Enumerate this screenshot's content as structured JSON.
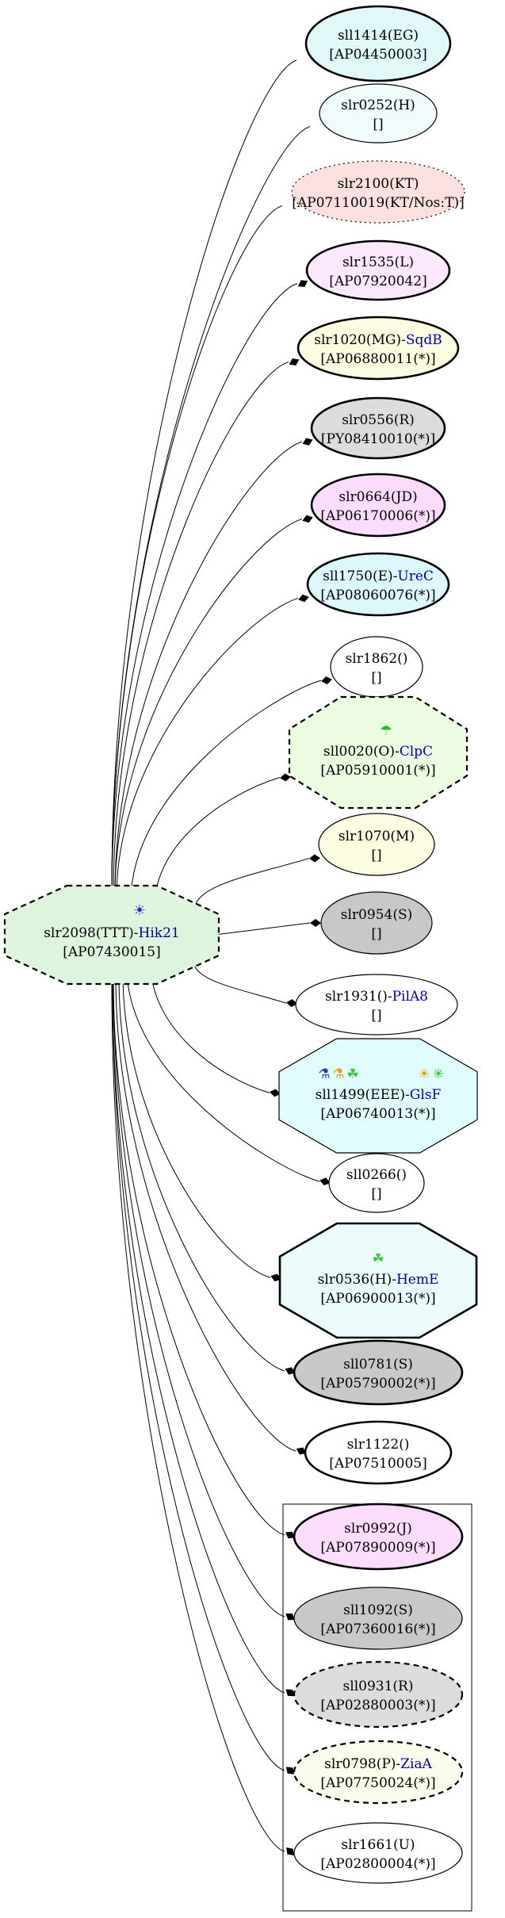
{
  "center": {
    "id": "slr2098(TTT)-",
    "gene": "Hik21",
    "code": "[AP07430015]",
    "icon": "sun-icon",
    "fill": "#dcf5dc"
  },
  "nodes": [
    {
      "id": "sll1414(EG)",
      "gene": "",
      "code": "[AP04450003]",
      "shape": "ellipse",
      "style": "bold",
      "fill": "#e0f8f8",
      "icons": []
    },
    {
      "id": "slr0252(H)",
      "gene": "",
      "code": "[]",
      "shape": "ellipse",
      "style": "solid",
      "fill": "#f0fcfc",
      "icons": []
    },
    {
      "id": "slr2100(KT)",
      "gene": "",
      "code": "[AP07110019(KT/Nos:T)]",
      "shape": "ellipse",
      "style": "dotted",
      "fill": "#fce0e0",
      "icons": []
    },
    {
      "id": "slr1535(L)",
      "gene": "",
      "code": "[AP07920042]",
      "shape": "ellipse",
      "style": "bold",
      "fill": "#fce8fc",
      "icons": []
    },
    {
      "id": "slr1020(MG)-",
      "gene": "SqdB",
      "code": "[AP06880011(*)]",
      "shape": "ellipse",
      "style": "bold",
      "fill": "#fcfce0",
      "icons": []
    },
    {
      "id": "slr0556(R)",
      "gene": "",
      "code": "[PY08410010(*)]",
      "shape": "ellipse",
      "style": "bold",
      "fill": "#dcdcdc",
      "icons": []
    },
    {
      "id": "slr0664(JD)",
      "gene": "",
      "code": "[AP06170006(*)]",
      "shape": "ellipse",
      "style": "bold",
      "fill": "#fcdcfc",
      "icons": []
    },
    {
      "id": "sll1750(E)-",
      "gene": "UreC",
      "code": "[AP08060076(*)]",
      "shape": "ellipse",
      "style": "bold",
      "fill": "#dcf8fc",
      "icons": []
    },
    {
      "id": "slr1862()",
      "gene": "",
      "code": "[]",
      "shape": "ellipse",
      "style": "solid",
      "fill": "#ffffff",
      "icons": []
    },
    {
      "id": "sll0020(O)-",
      "gene": "ClpC",
      "code": "[AP05910001(*)]",
      "shape": "octagon",
      "style": "dashed",
      "fill": "#ecfce0",
      "icons": [
        "umbrella-icon"
      ]
    },
    {
      "id": "slr1070(M)",
      "gene": "",
      "code": "[]",
      "shape": "ellipse",
      "style": "solid",
      "fill": "#fcfce0",
      "icons": []
    },
    {
      "id": "slr0954(S)",
      "gene": "",
      "code": "[]",
      "shape": "ellipse",
      "style": "solid",
      "fill": "#c8c8c8",
      "icons": []
    },
    {
      "id": "slr1931()-",
      "gene": "PilA8",
      "code": "[]",
      "shape": "ellipse",
      "style": "solid",
      "fill": "#ffffff",
      "icons": []
    },
    {
      "id": "sll1499(EEE)-",
      "gene": "GlsF",
      "code": "[AP06740013(*)]",
      "shape": "octagon",
      "style": "solid",
      "fill": "#e0fcfc",
      "icons": [
        "flask-icon",
        "bottle-icon",
        "plant-icon",
        "sun-icon",
        "sparkle-icon"
      ]
    },
    {
      "id": "sll0266()",
      "gene": "",
      "code": "[]",
      "shape": "ellipse",
      "style": "solid",
      "fill": "#ffffff",
      "icons": []
    },
    {
      "id": "slr0536(H)-",
      "gene": "HemE",
      "code": "[AP06900013(*)]",
      "shape": "octagon",
      "style": "bold",
      "fill": "#ecfcfc",
      "icons": [
        "plant-icon"
      ]
    },
    {
      "id": "sll0781(S)",
      "gene": "",
      "code": "[AP05790002(*)]",
      "shape": "ellipse",
      "style": "bold",
      "fill": "#c8c8c8",
      "icons": []
    },
    {
      "id": "slr1122()",
      "gene": "",
      "code": "[AP07510005]",
      "shape": "ellipse",
      "style": "bold",
      "fill": "#ffffff",
      "icons": []
    },
    {
      "id": "slr0992(J)",
      "gene": "",
      "code": "[AP07890009(*)]",
      "shape": "ellipse",
      "style": "bold",
      "fill": "#fcdcfc",
      "icons": []
    },
    {
      "id": "sll1092(S)",
      "gene": "",
      "code": "[AP07360016(*)]",
      "shape": "ellipse",
      "style": "solid",
      "fill": "#c8c8c8",
      "icons": []
    },
    {
      "id": "sll0931(R)",
      "gene": "",
      "code": "[AP02880003(*)]",
      "shape": "ellipse",
      "style": "dashed",
      "fill": "#dcdcdc",
      "icons": []
    },
    {
      "id": "slr0798(P)-",
      "gene": "ZiaA",
      "code": "[AP07750024(*)]",
      "shape": "ellipse",
      "style": "dashed",
      "fill": "#fcfcec",
      "icons": []
    },
    {
      "id": "slr1661(U)",
      "gene": "",
      "code": "[AP02800004(*)]",
      "shape": "ellipse",
      "style": "solid",
      "fill": "#ffffff",
      "icons": []
    }
  ],
  "colors": {
    "gene_link": "#0000a0",
    "umbrella": "#20c020",
    "flask": "#2040c0",
    "bottle": "#e0a020",
    "plant": "#40c040",
    "sun": "#f0a000",
    "sparkle": "#20c020",
    "center_sun": "#2020d0"
  }
}
